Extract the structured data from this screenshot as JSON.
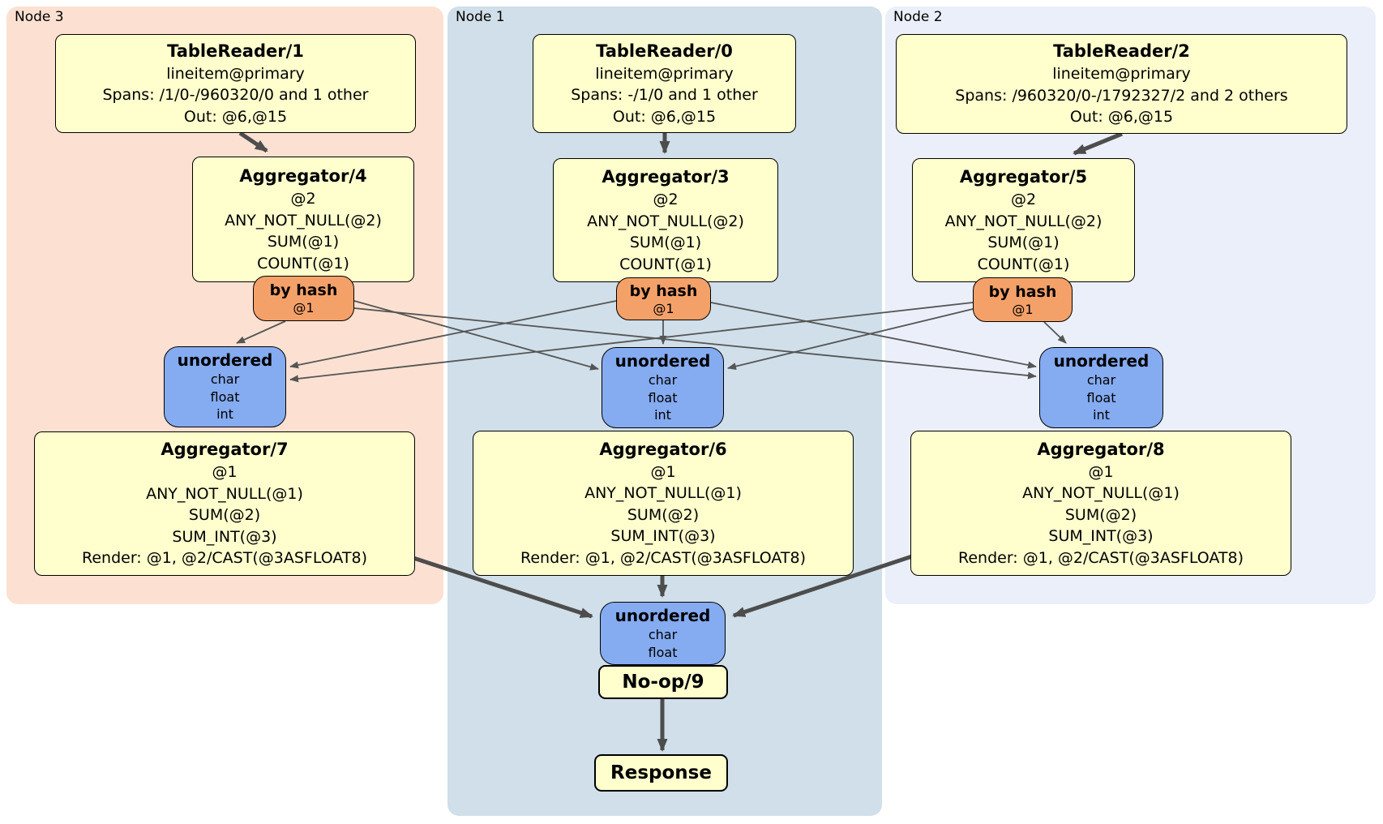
{
  "regions": [
    {
      "label": "Node 3",
      "color": "#FCE1D2"
    },
    {
      "label": "Node 1",
      "color": "#D0DFE9"
    },
    {
      "label": "Node 2",
      "color": "#EAEFF9"
    }
  ],
  "colors": {
    "processor_fill": "#FFFFCE",
    "router_fill": "#F4A169",
    "sync_fill": "#85ABF1",
    "edge": "#4D4D4D",
    "border": "#000000"
  },
  "boxes": {
    "tr1": {
      "title": "TableReader/1",
      "lines": [
        "lineitem@primary",
        "Spans: /1/0-/960320/0 and 1 other",
        "Out: @6,@15"
      ]
    },
    "tr0": {
      "title": "TableReader/0",
      "lines": [
        "lineitem@primary",
        "Spans: -/1/0 and 1 other",
        "Out: @6,@15"
      ]
    },
    "tr2": {
      "title": "TableReader/2",
      "lines": [
        "lineitem@primary",
        "Spans: /960320/0-/1792327/2 and 2 others",
        "Out: @6,@15"
      ]
    },
    "agg4": {
      "title": "Aggregator/4",
      "lines": [
        "@2",
        "ANY_NOT_NULL(@2)",
        "SUM(@1)",
        "COUNT(@1)"
      ]
    },
    "agg3": {
      "title": "Aggregator/3",
      "lines": [
        "@2",
        "ANY_NOT_NULL(@2)",
        "SUM(@1)",
        "COUNT(@1)"
      ]
    },
    "agg5": {
      "title": "Aggregator/5",
      "lines": [
        "@2",
        "ANY_NOT_NULL(@2)",
        "SUM(@1)",
        "COUNT(@1)"
      ]
    },
    "agg7": {
      "title": "Aggregator/7",
      "lines": [
        "@1",
        "ANY_NOT_NULL(@1)",
        "SUM(@2)",
        "SUM_INT(@3)",
        "Render: @1, @2/CAST(@3ASFLOAT8)"
      ]
    },
    "agg6": {
      "title": "Aggregator/6",
      "lines": [
        "@1",
        "ANY_NOT_NULL(@1)",
        "SUM(@2)",
        "SUM_INT(@3)",
        "Render: @1, @2/CAST(@3ASFLOAT8)"
      ]
    },
    "agg8": {
      "title": "Aggregator/8",
      "lines": [
        "@1",
        "ANY_NOT_NULL(@1)",
        "SUM(@2)",
        "SUM_INT(@3)",
        "Render: @1, @2/CAST(@3ASFLOAT8)"
      ]
    },
    "noop": {
      "title": "No-op/9"
    },
    "response": {
      "title": "Response"
    }
  },
  "routers": {
    "left": {
      "title": "by hash",
      "key": "@1"
    },
    "center": {
      "title": "by hash",
      "key": "@1"
    },
    "right": {
      "title": "by hash",
      "key": "@1"
    }
  },
  "syncs": {
    "left": {
      "title": "unordered",
      "types": [
        "char",
        "float",
        "int"
      ]
    },
    "center": {
      "title": "unordered",
      "types": [
        "char",
        "float",
        "int"
      ]
    },
    "right": {
      "title": "unordered",
      "types": [
        "char",
        "float",
        "int"
      ]
    },
    "final": {
      "title": "unordered",
      "types": [
        "char",
        "float"
      ]
    }
  },
  "edges": [
    {
      "from": "TableReader/1",
      "to": "Aggregator/4",
      "style": "thick"
    },
    {
      "from": "TableReader/0",
      "to": "Aggregator/3",
      "style": "thick"
    },
    {
      "from": "TableReader/2",
      "to": "Aggregator/5",
      "style": "thick"
    },
    {
      "from": "by-hash-left",
      "to": "unordered-left",
      "style": "thin"
    },
    {
      "from": "by-hash-left",
      "to": "unordered-center",
      "style": "thin"
    },
    {
      "from": "by-hash-left",
      "to": "unordered-right",
      "style": "thin"
    },
    {
      "from": "by-hash-center",
      "to": "unordered-left",
      "style": "thin"
    },
    {
      "from": "by-hash-center",
      "to": "unordered-center",
      "style": "thin"
    },
    {
      "from": "by-hash-center",
      "to": "unordered-right",
      "style": "thin"
    },
    {
      "from": "by-hash-right",
      "to": "unordered-left",
      "style": "thin"
    },
    {
      "from": "by-hash-right",
      "to": "unordered-center",
      "style": "thin"
    },
    {
      "from": "by-hash-right",
      "to": "unordered-right",
      "style": "thin"
    },
    {
      "from": "Aggregator/7",
      "to": "unordered-final",
      "style": "thick"
    },
    {
      "from": "Aggregator/6",
      "to": "unordered-final",
      "style": "thick"
    },
    {
      "from": "Aggregator/8",
      "to": "unordered-final",
      "style": "thick"
    },
    {
      "from": "No-op/9",
      "to": "Response",
      "style": "thick"
    }
  ]
}
